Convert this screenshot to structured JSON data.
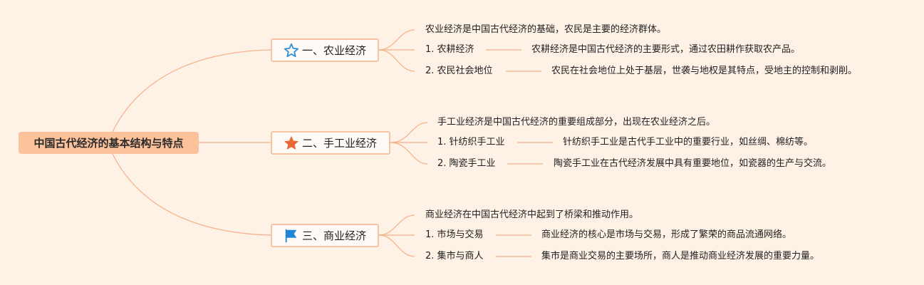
{
  "root": {
    "label": "中国古代经济的基本结构与特点"
  },
  "branches": [
    {
      "label": "一、农业经济",
      "icon": "star-outline-icon",
      "icon_color": "#2f8fd8",
      "summary": "农业经济是中国古代经济的基础，农民是主要的经济群体。",
      "items": [
        {
          "label": "1. 农耕经济",
          "desc": "农耕经济是中国古代经济的主要形式，通过农田耕作获取农产品。"
        },
        {
          "label": "2. 农民社会地位",
          "desc": "农民在社会地位上处于基层，世袭与地权是其特点，受地主的控制和剥削。"
        }
      ]
    },
    {
      "label": "二、手工业经济",
      "icon": "star-filled-icon",
      "icon_color": "#e8683a",
      "summary": "手工业经济是中国古代经济的重要组成部分，出现在农业经济之后。",
      "items": [
        {
          "label": "1. 针纺织手工业",
          "desc": "针纺织手工业是古代手工业中的重要行业，如丝绸、棉纺等。"
        },
        {
          "label": "2. 陶瓷手工业",
          "desc": "陶瓷手工业在古代经济发展中具有重要地位，如瓷器的生产与交流。"
        }
      ]
    },
    {
      "label": "三、商业经济",
      "icon": "flag-icon",
      "icon_color": "#1f86d6",
      "summary": "商业经济在中国古代经济中起到了桥梁和推动作用。",
      "items": [
        {
          "label": "1. 市场与交易",
          "desc": "商业经济的核心是市场与交易，形成了繁荣的商品流通网络。"
        },
        {
          "label": "2. 集市与商人",
          "desc": "集市是商业交易的主要场所，商人是推动商业经济发展的重要力量。"
        }
      ]
    }
  ],
  "colors": {
    "connector": "#f4b08a",
    "background": "#fef1e6"
  }
}
